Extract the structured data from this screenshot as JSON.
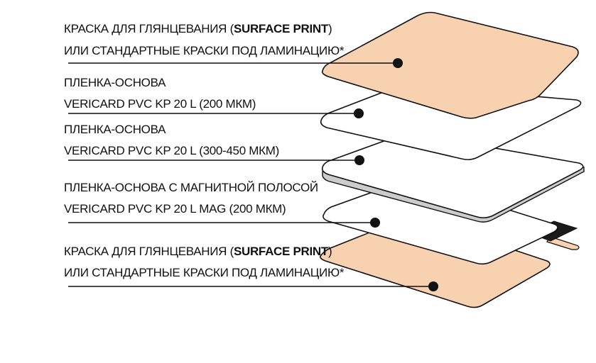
{
  "layers": [
    {
      "line1_pre": "КРАСКА ДЛЯ ГЛЯНЦЕВАНИЯ (",
      "line1_bold": "SURFACE PRINT",
      "line1_post": ")",
      "line2": "ИЛИ СТАНДАРТНЫЕ КРАСКИ  ПОД ЛАМИНАЦИЮ*",
      "color": "#f8d1b1"
    },
    {
      "line1": "ПЛЕНКА-ОСНОВА",
      "line2": "VERICARD PVC KP 20 L (200 МКМ)",
      "color": "#ffffff"
    },
    {
      "line1": "ПЛЕНКА-ОСНОВА",
      "line2": "VERICARD PVC KP 20 L (300-450 МКМ)",
      "color": "#ffffff"
    },
    {
      "line1": "ПЛЕНКА-ОСНОВА С МАГНИТНОЙ ПОЛОСОЙ",
      "line2": "VERICARD PVC KP 20 L MAG (200 МКМ)",
      "color": "#ffffff"
    },
    {
      "line1_pre": "КРАСКА ДЛЯ ГЛЯНЦЕВАНИЯ (",
      "line1_bold": "SURFACE PRINT",
      "line1_post": ")",
      "line2": "ИЛИ СТАНДАРТНЫЕ КРАСКИ  ПОД ЛАМИНАЦИЮ*",
      "color": "#f8d1b1"
    }
  ],
  "colors": {
    "outline": "#111111",
    "ink_layer": "#f8d1b1",
    "magstripe": "#1a1a1a",
    "magstripe_tab": "#f8d1b1",
    "card_edge": "#cccccc"
  }
}
